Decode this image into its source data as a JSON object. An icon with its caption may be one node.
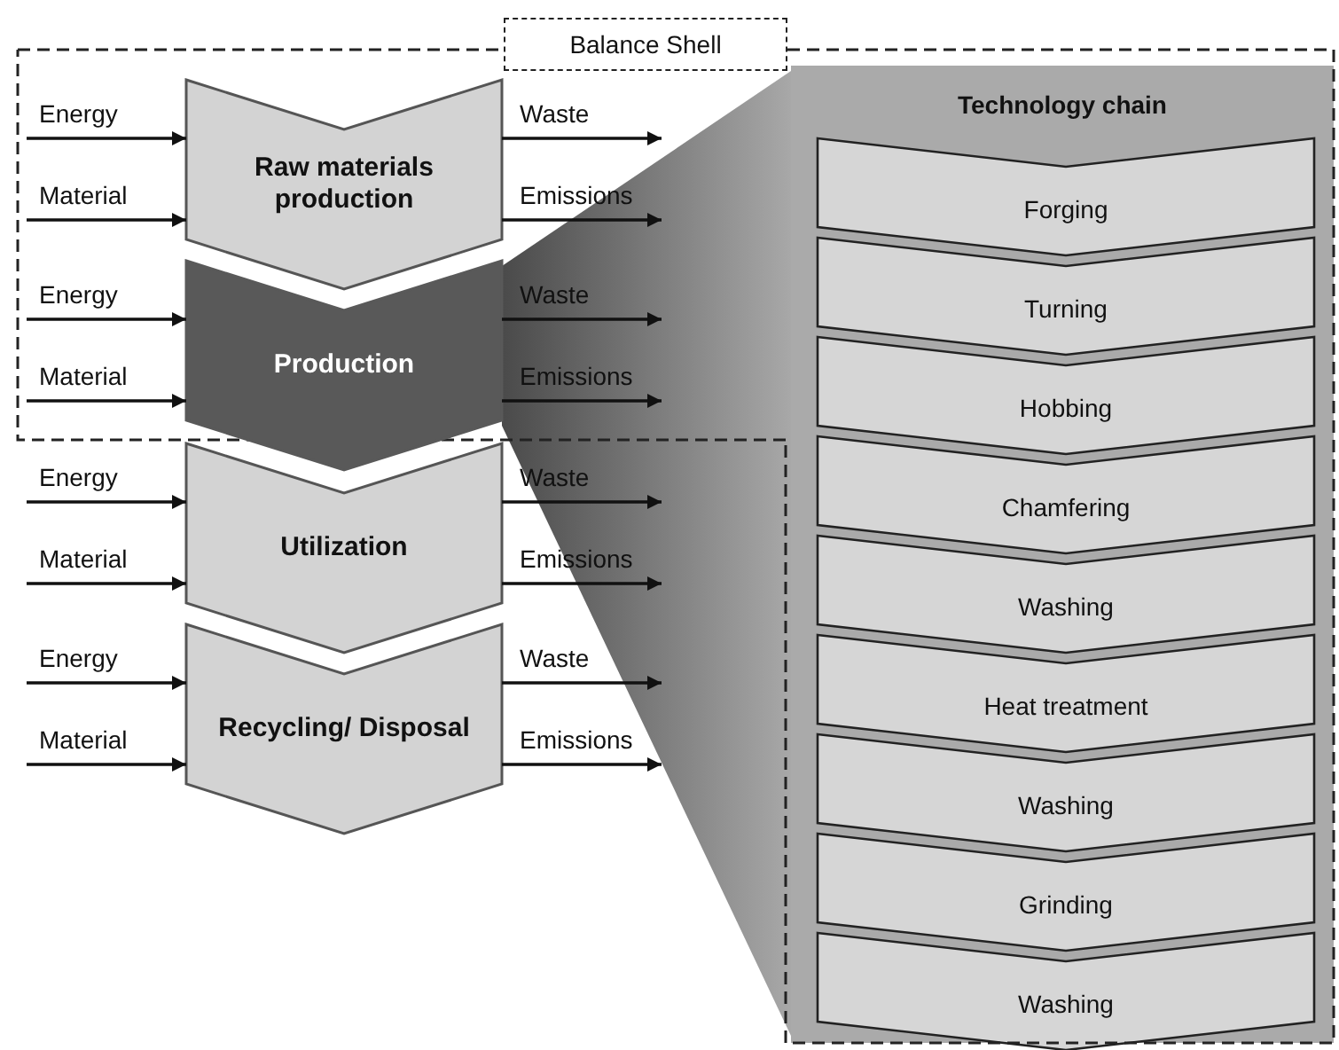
{
  "diagram": {
    "nodes": [
      {
        "text": [
          "Balance Shell"
        ]
      },
      {
        "text": [
          "Raw materials production"
        ],
        "in": 0
      },
      {
        "text": [
          "Production"
        ],
        "in": 0
      },
      {
        "text": [
          "Utilization"
        ]
      },
      {
        "text": [
          "Recycling/ Disposal"
        ]
      },
      {
        "text": [
          "Technology chain"
        ]
      },
      {
        "text": [
          "Forging"
        ],
        "in": 5
      },
      {
        "text": [
          "Turning"
        ],
        "in": 5
      },
      {
        "text": [
          "Hobbing"
        ],
        "in": 5
      },
      {
        "text": [
          "Chamfering"
        ],
        "in": 5
      },
      {
        "text": [
          "Washing"
        ],
        "in": 5
      },
      {
        "text": [
          "Heat treatment"
        ],
        "in": 5
      },
      {
        "text": [
          "Washing"
        ],
        "in": 5
      },
      {
        "text": [
          "Grinding"
        ],
        "in": 5
      },
      {
        "text": [
          "Washing"
        ],
        "in": 5
      }
    ],
    "edges": [
      {
        "from": null,
        "to": 1,
        "arrow": "to",
        "label": "Energy"
      },
      {
        "from": null,
        "to": 1,
        "arrow": "to",
        "label": "Material"
      },
      {
        "from": 1,
        "to": null,
        "arrow": "to",
        "label": "Waste"
      },
      {
        "from": 1,
        "to": null,
        "arrow": "to",
        "label": "Emissions"
      },
      {
        "from": null,
        "to": 2,
        "arrow": "to",
        "label": "Energy"
      },
      {
        "from": null,
        "to": 2,
        "arrow": "to",
        "label": "Material"
      },
      {
        "from": 2,
        "to": null,
        "arrow": "to",
        "label": "Waste"
      },
      {
        "from": 2,
        "to": null,
        "arrow": "to",
        "label": "Emissions"
      },
      {
        "from": null,
        "to": 3,
        "arrow": "to",
        "label": "Energy"
      },
      {
        "from": null,
        "to": 3,
        "arrow": "to",
        "label": "Material"
      },
      {
        "from": 3,
        "to": null,
        "arrow": "to",
        "label": "Waste"
      },
      {
        "from": 3,
        "to": null,
        "arrow": "to",
        "label": "Emissions"
      },
      {
        "from": null,
        "to": 4,
        "arrow": "to",
        "label": "Energy"
      },
      {
        "from": null,
        "to": 4,
        "arrow": "to",
        "label": "Material"
      },
      {
        "from": 4,
        "to": null,
        "arrow": "to",
        "label": "Waste"
      },
      {
        "from": 4,
        "to": null,
        "arrow": "to",
        "label": "Emissions"
      }
    ]
  }
}
